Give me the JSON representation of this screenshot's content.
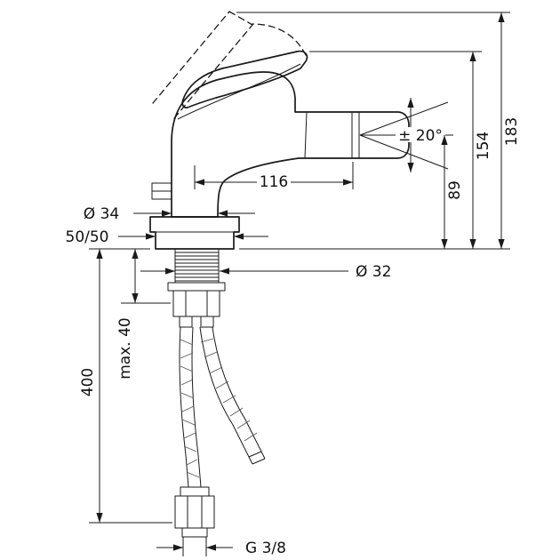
{
  "diagram": {
    "dims": {
      "reach": "116",
      "swivel_angle": "± 20°",
      "height_total": "183",
      "height_handle": "154",
      "height_outlet": "89",
      "body_diameter": "Ø 34",
      "base_size": "50/50",
      "shank_diameter": "Ø 32",
      "max_mounting": "max. 40",
      "hose_length": "400",
      "connection_thread": "G 3/8"
    },
    "colors": {
      "line": "#1a1a1a",
      "background": "#ffffff"
    }
  }
}
